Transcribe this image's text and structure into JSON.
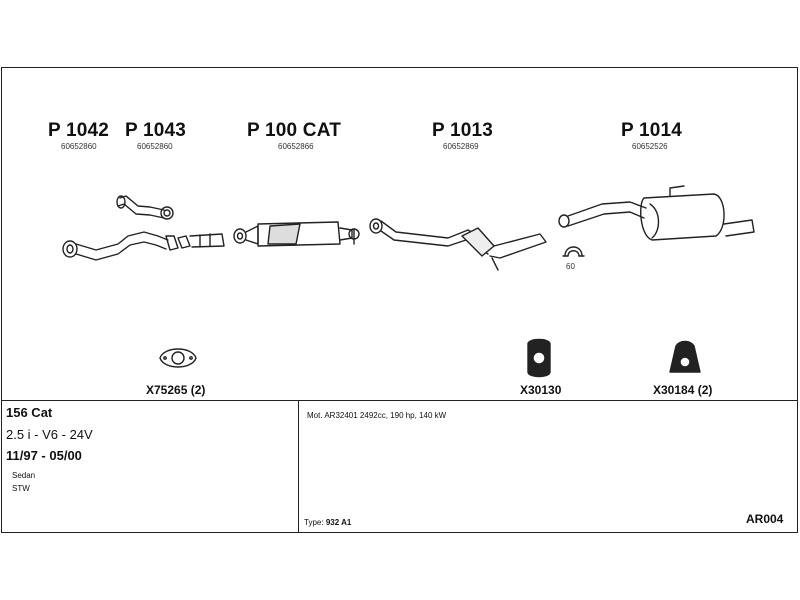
{
  "parts": [
    {
      "code": "P 1042",
      "ref": "60652860"
    },
    {
      "code": "P 1043",
      "ref": "60652860"
    },
    {
      "code": "P 100 CAT",
      "ref": "60652866"
    },
    {
      "code": "P 1013",
      "ref": "60652869"
    },
    {
      "code": "P 1014",
      "ref": "60652526"
    }
  ],
  "accessories": [
    {
      "code": "X75265 (2)"
    },
    {
      "code": "X30130"
    },
    {
      "code": "X30184 (2)"
    }
  ],
  "clamp_label": "60",
  "vehicle": {
    "model": "156 Cat",
    "engine": "2.5 i - V6 - 24V",
    "years": "11/97 - 05/00",
    "body1": "Sedan",
    "body2": "STW"
  },
  "motor": "Mot. AR32401 2492cc, 190 hp, 140 kW",
  "type_label": "Type:",
  "type_value": "932 A1",
  "sheet_ref": "AR004"
}
